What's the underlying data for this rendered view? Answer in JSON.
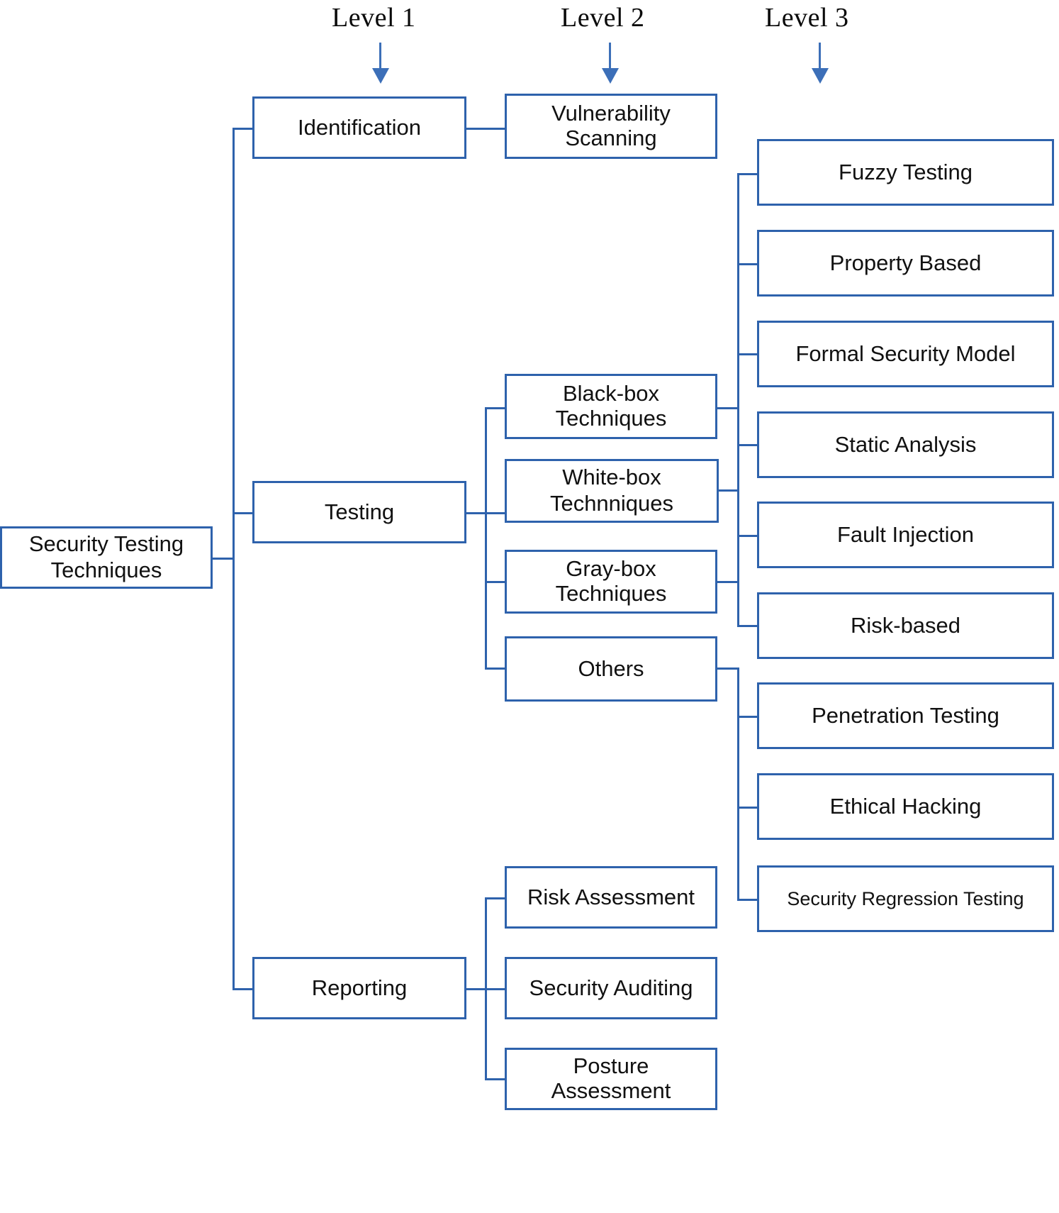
{
  "diagram": {
    "title": "Security Testing Techniques taxonomy",
    "type": "tree",
    "accent_color": "#2E62AC",
    "arrow_color": "#3C6FB8",
    "text_color": "#111111",
    "background": "#FFFFFF"
  },
  "level_headers": [
    {
      "label": "Level 1",
      "icon": "down-arrow-icon"
    },
    {
      "label": "Level 2",
      "icon": "down-arrow-icon"
    },
    {
      "label": "Level 3",
      "icon": "down-arrow-icon"
    }
  ],
  "root": {
    "label": "Security Testing Techniques"
  },
  "level1": [
    {
      "label": "Identification"
    },
    {
      "label": "Testing"
    },
    {
      "label": "Reporting"
    }
  ],
  "level2": {
    "identification": [
      {
        "label": "Vulnerability Scanning"
      }
    ],
    "testing": [
      {
        "label": "Black-box Techniques"
      },
      {
        "label": "White-box Technniques"
      },
      {
        "label": "Gray-box Techniques"
      },
      {
        "label": "Others"
      }
    ],
    "reporting": [
      {
        "label": "Risk Assessment"
      },
      {
        "label": "Security Auditing"
      },
      {
        "label": "Posture Assessment"
      }
    ]
  },
  "level3": {
    "box_techniques": [
      {
        "label": "Fuzzy Testing"
      },
      {
        "label": "Property Based"
      },
      {
        "label": "Formal Security Model"
      },
      {
        "label": "Static Analysis"
      },
      {
        "label": "Fault Injection"
      },
      {
        "label": "Risk-based"
      }
    ],
    "others": [
      {
        "label": "Penetration Testing"
      },
      {
        "label": "Ethical Hacking"
      },
      {
        "label": "Security Regression Testing"
      }
    ]
  }
}
